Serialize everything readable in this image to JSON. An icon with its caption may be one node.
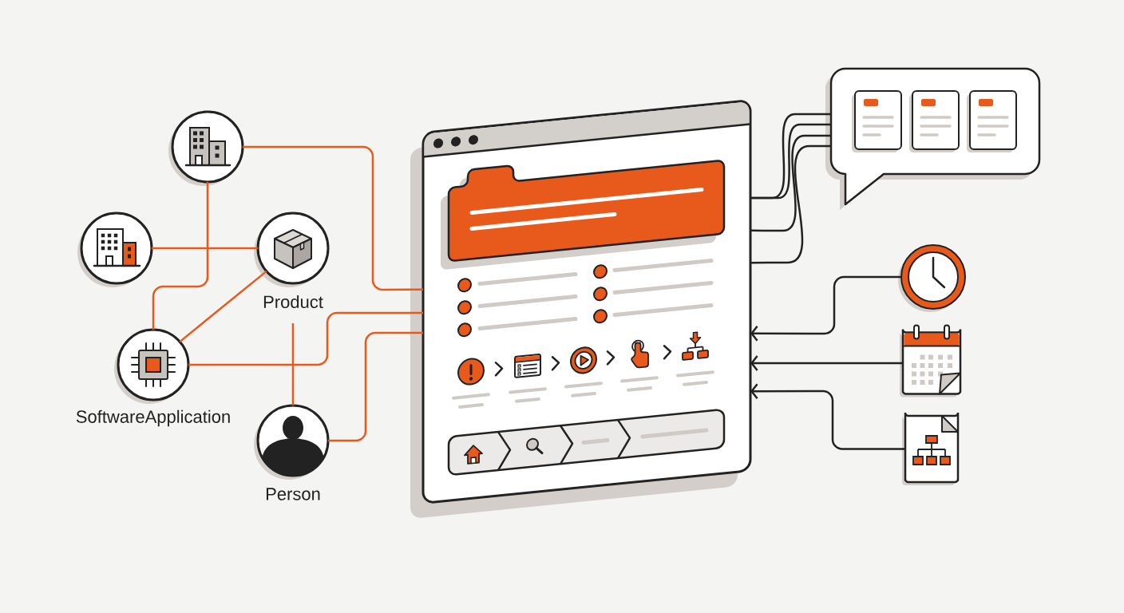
{
  "diagram": {
    "nodes": [
      {
        "text": [],
        "shape": "circle"
      },
      {
        "text": [],
        "shape": "circle"
      },
      {
        "text": [
          "Product"
        ]
      },
      {
        "text": [
          "SoftwareApplication"
        ]
      },
      {
        "text": [
          "Person"
        ]
      },
      {
        "text": [],
        "shape": "box"
      },
      {
        "text": [],
        "shape": "bubble"
      },
      {
        "text": [],
        "shape": "circle"
      },
      {
        "text": [],
        "shape": "picture"
      },
      {
        "text": [],
        "shape": "picture"
      }
    ],
    "edges": [
      {
        "from": 0,
        "to": 5,
        "arrow": "none",
        "color": "#e8591c"
      },
      {
        "from": 0,
        "to": 3,
        "arrow": "none",
        "color": "#e8591c"
      },
      {
        "from": 1,
        "to": 2,
        "arrow": "none",
        "color": "#e8591c"
      },
      {
        "from": 2,
        "to": 3,
        "arrow": "none",
        "color": "#e8591c"
      },
      {
        "from": 2,
        "to": 4,
        "arrow": "none",
        "color": "#e8591c"
      },
      {
        "from": 3,
        "to": 5,
        "arrow": "none",
        "color": "#e8591c"
      },
      {
        "from": 4,
        "to": 5,
        "arrow": "none",
        "color": "#e8591c"
      },
      {
        "from": 5,
        "to": 6,
        "arrow": "none",
        "color": "#222222"
      },
      {
        "from": 5,
        "to": 6,
        "arrow": "none",
        "color": "#222222"
      },
      {
        "from": 5,
        "to": 6,
        "arrow": "none",
        "color": "#222222"
      },
      {
        "from": 5,
        "to": 6,
        "arrow": "none",
        "color": "#222222"
      },
      {
        "from": 7,
        "to": 5,
        "arrow": "to",
        "color": "#222222"
      },
      {
        "from": 8,
        "to": 5,
        "arrow": "to",
        "color": "#222222"
      },
      {
        "from": 9,
        "to": 5,
        "arrow": "to",
        "color": "#222222"
      }
    ]
  }
}
